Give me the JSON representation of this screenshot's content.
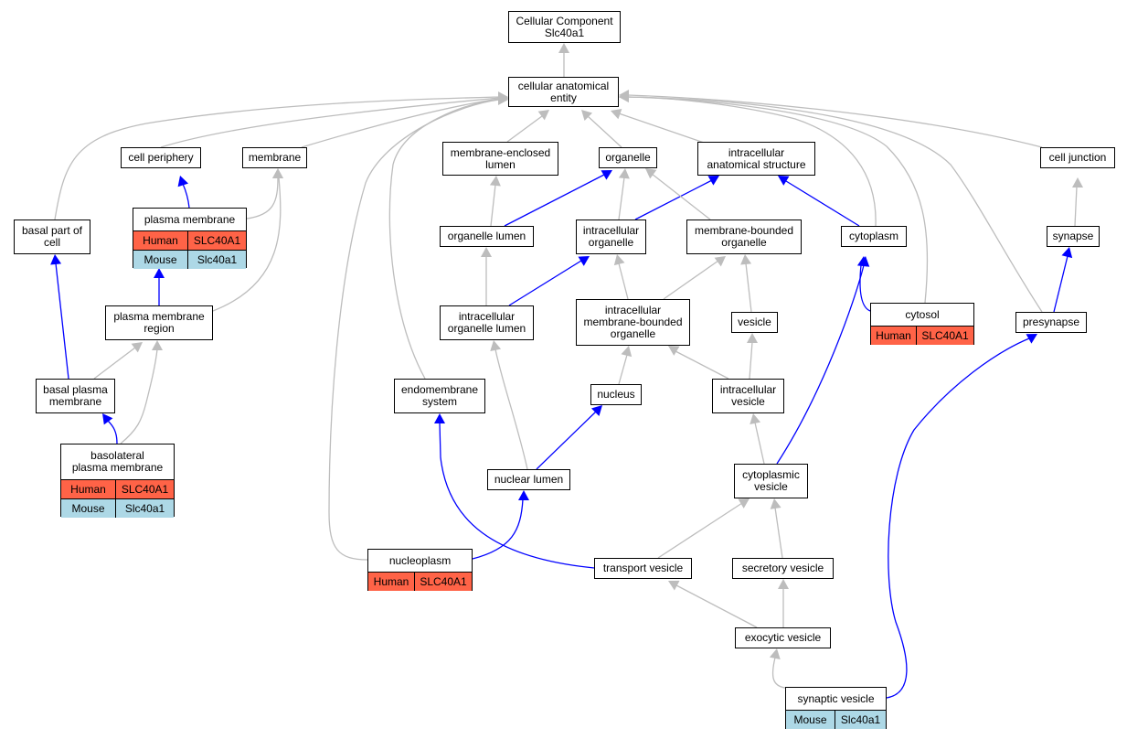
{
  "colors": {
    "edge_default": "#bdbdbd",
    "edge_highlight": "#0000ff",
    "human": "#ff6347",
    "mouse": "#add8e6"
  },
  "nodes": {
    "root": {
      "label": "Cellular Component\nSlc40a1"
    },
    "cellular_anatomical_entity": {
      "label": "cellular anatomical\nentity"
    },
    "cell_periphery": {
      "label": "cell periphery"
    },
    "membrane": {
      "label": "membrane"
    },
    "membrane_enclosed_lumen": {
      "label": "membrane-enclosed\nlumen"
    },
    "organelle": {
      "label": "organelle"
    },
    "intracellular_anatomical_structure": {
      "label": "intracellular\nanatomical structure"
    },
    "cell_junction": {
      "label": "cell junction"
    },
    "basal_part_of_cell": {
      "label": "basal part of\ncell"
    },
    "plasma_membrane": {
      "label": "plasma membrane",
      "annotations": [
        {
          "species": "Human",
          "gene": "SLC40A1"
        },
        {
          "species": "Mouse",
          "gene": "Slc40a1"
        }
      ]
    },
    "organelle_lumen": {
      "label": "organelle lumen"
    },
    "intracellular_organelle": {
      "label": "intracellular\norganelle"
    },
    "membrane_bounded_organelle": {
      "label": "membrane-bounded\norganelle"
    },
    "cytoplasm": {
      "label": "cytoplasm"
    },
    "synapse": {
      "label": "synapse"
    },
    "cytosol": {
      "label": "cytosol",
      "annotations": [
        {
          "species": "Human",
          "gene": "SLC40A1"
        }
      ]
    },
    "plasma_membrane_region": {
      "label": "plasma membrane\nregion"
    },
    "intracellular_organelle_lumen": {
      "label": "intracellular\norganelle lumen"
    },
    "intracellular_membrane_bounded_organelle": {
      "label": "intracellular\nmembrane-bounded\norganelle"
    },
    "vesicle": {
      "label": "vesicle"
    },
    "presynapse": {
      "label": "presynapse"
    },
    "basal_plasma_membrane": {
      "label": "basal plasma\nmembrane"
    },
    "endomembrane_system": {
      "label": "endomembrane\nsystem"
    },
    "nucleus": {
      "label": "nucleus"
    },
    "intracellular_vesicle": {
      "label": "intracellular\nvesicle"
    },
    "basolateral_plasma_membrane": {
      "label": "basolateral\nplasma membrane",
      "annotations": [
        {
          "species": "Human",
          "gene": "SLC40A1"
        },
        {
          "species": "Mouse",
          "gene": "Slc40a1"
        }
      ]
    },
    "nuclear_lumen": {
      "label": "nuclear lumen"
    },
    "cytoplasmic_vesicle": {
      "label": "cytoplasmic\nvesicle"
    },
    "nucleoplasm": {
      "label": "nucleoplasm",
      "annotations": [
        {
          "species": "Human",
          "gene": "SLC40A1"
        }
      ]
    },
    "transport_vesicle": {
      "label": "transport vesicle"
    },
    "secretory_vesicle": {
      "label": "secretory vesicle"
    },
    "exocytic_vesicle": {
      "label": "exocytic vesicle"
    },
    "synaptic_vesicle": {
      "label": "synaptic vesicle",
      "annotations": [
        {
          "species": "Mouse",
          "gene": "Slc40a1"
        }
      ]
    }
  }
}
